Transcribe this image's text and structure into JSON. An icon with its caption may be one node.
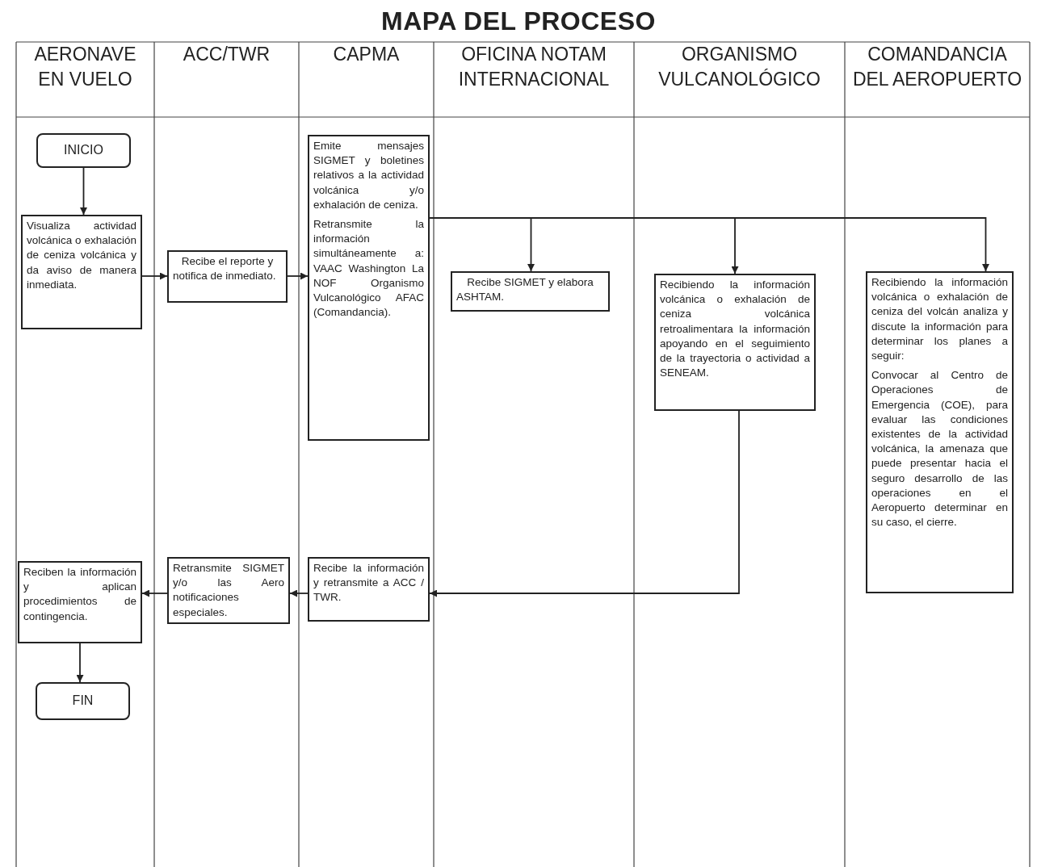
{
  "diagram": {
    "title": "MAPA DEL PROCESO",
    "nodes": [
      {
        "text": [
          "INICIO"
        ]
      },
      {
        "text": [
          "Visualiza actividad volcánica o exhalación de ceniza volcánica y da aviso de manera inmediata."
        ]
      },
      {
        "text": [
          "Recibe el reporte y notifica de inmediato."
        ]
      },
      {
        "text": [
          "Emite mensajes SIGMET y boletines relativos a la actividad volcánica y/o exhalación de ceniza.",
          "Retransmite la información simultáneamente a: VAAC Washington La NOF Organismo Vulcanológico AFAC (Comandancia)."
        ]
      },
      {
        "text": [
          "Recibe SIGMET y elabora ASHTAM."
        ]
      },
      {
        "text": [
          "Recibiendo la información volcánica o exhalación de ceniza volcánica retroalimentara la información apoyando en el seguimiento de la trayectoria o actividad a SENEAM."
        ]
      },
      {
        "text": [
          "Recibiendo la información volcánica o exhalación de ceniza del volcán analiza y discute la información para determinar los planes a seguir:",
          "Convocar al Centro de Operaciones de Emergencia (COE), para evaluar las condiciones existentes de la actividad volcánica, la amenaza que puede presentar hacia el seguro desarrollo de las operaciones en el Aeropuerto determinar en su caso, el cierre."
        ]
      },
      {
        "text": [
          "Recibe la información y retransmite a ACC / TWR."
        ]
      },
      {
        "text": [
          "Retransmite SIGMET y/o las Aero notificaciones especiales."
        ]
      },
      {
        "text": [
          "Reciben la información y aplican procedimientos de contingencia."
        ]
      },
      {
        "text": [
          "FIN"
        ]
      }
    ],
    "edges": [
      {
        "from": 0,
        "to": 1,
        "arrow": "to"
      },
      {
        "from": 1,
        "to": 2,
        "arrow": "to"
      },
      {
        "from": 2,
        "to": 3,
        "arrow": "to"
      },
      {
        "from": 3,
        "to": 4,
        "arrow": "to"
      },
      {
        "from": 3,
        "to": 5,
        "arrow": "to"
      },
      {
        "from": 3,
        "to": 6,
        "arrow": "to"
      },
      {
        "from": 5,
        "to": 7,
        "arrow": "to"
      },
      {
        "from": 7,
        "to": 8,
        "arrow": "to"
      },
      {
        "from": 8,
        "to": 9,
        "arrow": "to"
      },
      {
        "from": 9,
        "to": 10,
        "arrow": "to"
      }
    ],
    "labels": [
      "AERONAVE EN VUELO",
      "ACC/TWR",
      "CAPMA",
      "OFICINA NOTAM INTERNACIONAL",
      "ORGANISMO VULCANOLÓGICO",
      "COMANDANCIA DEL AEROPUERTO"
    ]
  }
}
